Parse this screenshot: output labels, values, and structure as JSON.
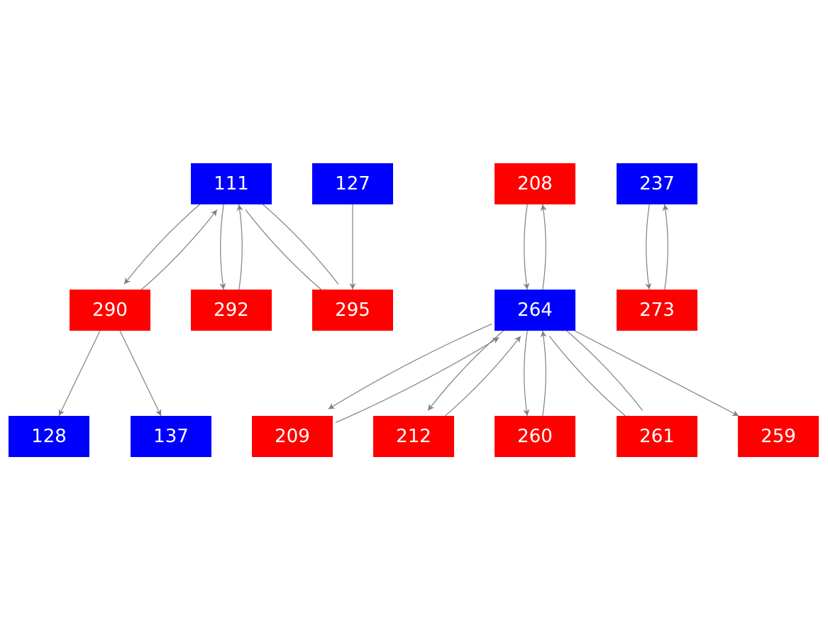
{
  "colors": {
    "blue": "#0000ff",
    "red": "#ff0000",
    "edge": "#808080",
    "label": "#ffffff"
  },
  "nodes": [
    {
      "id": "111",
      "label": "111",
      "color": "blue"
    },
    {
      "id": "127",
      "label": "127",
      "color": "blue"
    },
    {
      "id": "208",
      "label": "208",
      "color": "red"
    },
    {
      "id": "237",
      "label": "237",
      "color": "blue"
    },
    {
      "id": "290",
      "label": "290",
      "color": "red"
    },
    {
      "id": "292",
      "label": "292",
      "color": "red"
    },
    {
      "id": "295",
      "label": "295",
      "color": "red"
    },
    {
      "id": "264",
      "label": "264",
      "color": "blue"
    },
    {
      "id": "273",
      "label": "273",
      "color": "red"
    },
    {
      "id": "128",
      "label": "128",
      "color": "blue"
    },
    {
      "id": "137",
      "label": "137",
      "color": "blue"
    },
    {
      "id": "209",
      "label": "209",
      "color": "red"
    },
    {
      "id": "212",
      "label": "212",
      "color": "red"
    },
    {
      "id": "260",
      "label": "260",
      "color": "red"
    },
    {
      "id": "261",
      "label": "261",
      "color": "red"
    },
    {
      "id": "259",
      "label": "259",
      "color": "red"
    }
  ],
  "edges": [
    [
      "111",
      "290"
    ],
    [
      "290",
      "111"
    ],
    [
      "111",
      "292"
    ],
    [
      "292",
      "111"
    ],
    [
      "111",
      "295"
    ],
    [
      "295",
      "111"
    ],
    [
      "127",
      "295"
    ],
    [
      "290",
      "128"
    ],
    [
      "290",
      "137"
    ],
    [
      "208",
      "264"
    ],
    [
      "264",
      "208"
    ],
    [
      "237",
      "273"
    ],
    [
      "273",
      "237"
    ],
    [
      "264",
      "209"
    ],
    [
      "209",
      "264"
    ],
    [
      "264",
      "212"
    ],
    [
      "212",
      "264"
    ],
    [
      "264",
      "260"
    ],
    [
      "260",
      "264"
    ],
    [
      "264",
      "261"
    ],
    [
      "261",
      "264"
    ],
    [
      "264",
      "259"
    ]
  ]
}
